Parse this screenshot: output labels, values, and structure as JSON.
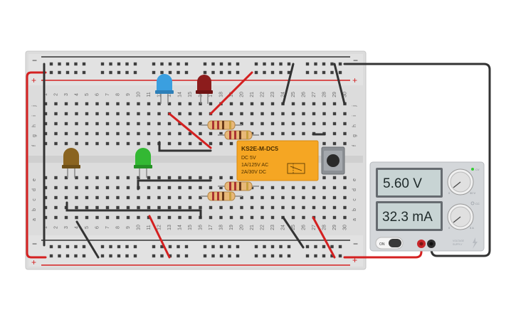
{
  "breadboard": {
    "columns": [
      "1",
      "2",
      "3",
      "4",
      "5",
      "6",
      "7",
      "8",
      "9",
      "10",
      "11",
      "12",
      "13",
      "14",
      "15",
      "16",
      "17",
      "18",
      "19",
      "20",
      "21",
      "22",
      "23",
      "24",
      "25",
      "26",
      "27",
      "28",
      "29",
      "30"
    ],
    "rows_top": [
      "j",
      "i",
      "h",
      "g",
      "f"
    ],
    "rows_bottom": [
      "e",
      "d",
      "c",
      "b",
      "a"
    ],
    "rail_plus_label": "+",
    "rail_minus_label": "−"
  },
  "relay": {
    "model": "KS2E-M-DC5",
    "line1": "DC 5V",
    "line2": "1A/125V AC",
    "line3": "2A/30V  DC"
  },
  "power_supply": {
    "voltage_display": "5.60 V",
    "current_display": "32.3 mA",
    "on_label": "ON",
    "voltage_knob_min": "0",
    "voltage_knob_max": "30 V",
    "current_knob_min": "0",
    "current_knob_max": "5 A",
    "cv_label": "CV",
    "cc_label": "CC",
    "brand_line1": "VOLTAGE",
    "brand_line2": "SUPPLY"
  },
  "components": {
    "leds": [
      {
        "name": "led-blue",
        "color": "#3a9fe0"
      },
      {
        "name": "led-red",
        "color": "#8c1c1c"
      },
      {
        "name": "led-yellow",
        "color": "#8a6420"
      },
      {
        "name": "led-green",
        "color": "#33b833"
      }
    ],
    "wire_colors": {
      "power": "#d42020",
      "ground": "#333333"
    }
  }
}
